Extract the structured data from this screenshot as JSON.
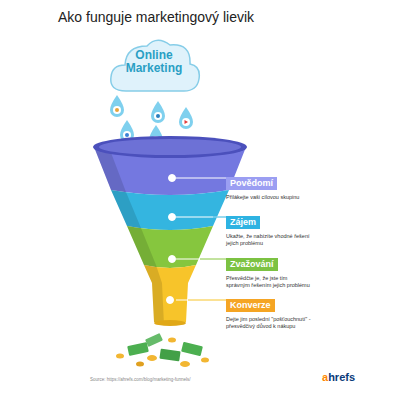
{
  "diagram": {
    "title": "Ako funguje marketingový lievik",
    "nodes": [
      {
        "text": [
          "Online Marketing"
        ]
      },
      {
        "text": [
          "Povědomí",
          "Přilákejte vaši cílovou skupinu"
        ]
      },
      {
        "text": [
          "Zájem",
          "Ukažte, že nabízíte vhodné řešení jejich problému"
        ]
      },
      {
        "text": [
          "Zvažování",
          "Přesvědčte je, že jste tím správným řešením jejich problému"
        ]
      },
      {
        "text": [
          "Konverze",
          "Dejte jim poslední \"pošťouchnutí\" - přesvědčivý důvod k nákupu"
        ]
      }
    ],
    "labels": [
      "Source: https://ahrefs.com/blog/marketing-funnels/",
      "ahrefs"
    ]
  }
}
